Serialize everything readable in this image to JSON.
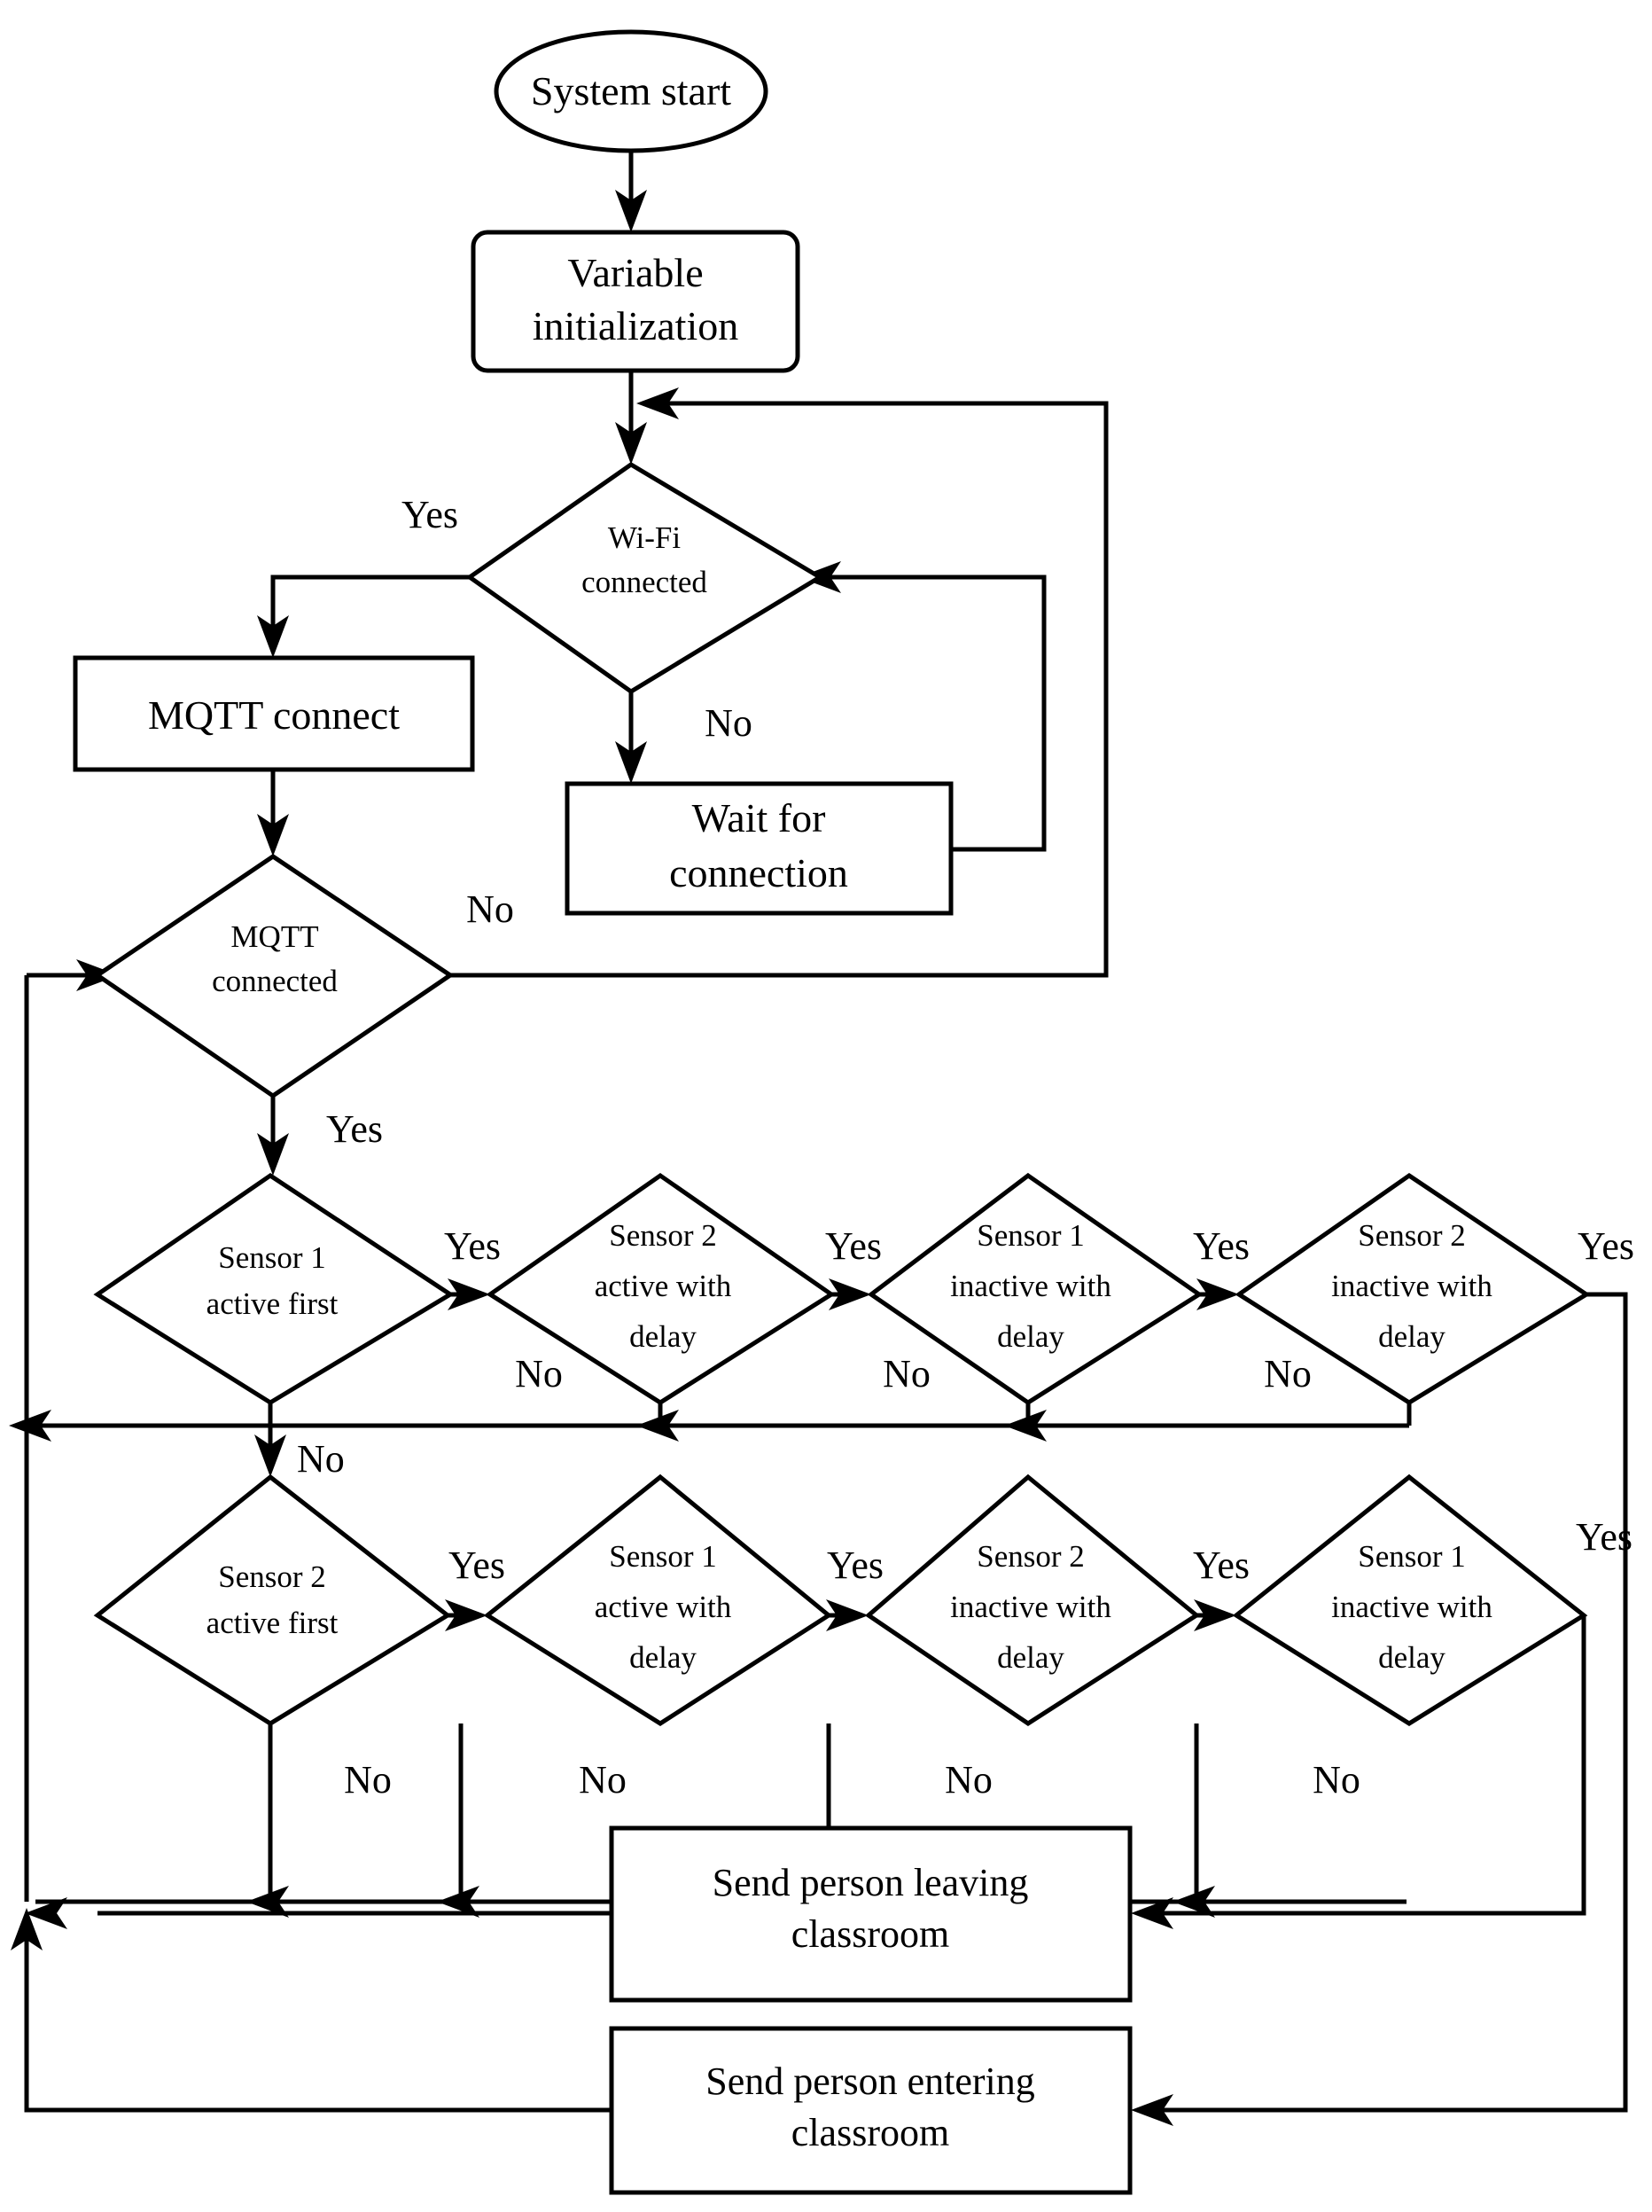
{
  "diagram": {
    "title": "Presence detection system flowchart",
    "background_color": "#ffffff",
    "line_color": "#000000"
  },
  "nodes": {
    "start": {
      "type": "terminator",
      "label": "System start"
    },
    "init": {
      "type": "process-rounded",
      "label_line1": "Variable",
      "label_line2": "initialization"
    },
    "wifi_check": {
      "type": "decision",
      "label_line1": "Wi-Fi",
      "label_line2": "connected"
    },
    "mqtt_connect": {
      "type": "process",
      "label": "MQTT connect"
    },
    "wait_connection": {
      "type": "process",
      "label_line1": "Wait for",
      "label_line2": "connection"
    },
    "mqtt_check": {
      "type": "decision",
      "label_line1": "MQTT",
      "label_line2": "connected"
    },
    "r1d1": {
      "type": "decision",
      "label_line1": "Sensor 1",
      "label_line2": "active first",
      "label_line3": ""
    },
    "r1d2": {
      "type": "decision",
      "label_line1": "Sensor 2",
      "label_line2": "active with",
      "label_line3": "delay"
    },
    "r1d3": {
      "type": "decision",
      "label_line1": "Sensor 1",
      "label_line2": "inactive with",
      "label_line3": "delay"
    },
    "r1d4": {
      "type": "decision",
      "label_line1": "Sensor 2",
      "label_line2": "inactive with",
      "label_line3": "delay"
    },
    "r2d1": {
      "type": "decision",
      "label_line1": "Sensor 2",
      "label_line2": "active first",
      "label_line3": ""
    },
    "r2d2": {
      "type": "decision",
      "label_line1": "Sensor 1",
      "label_line2": "active with",
      "label_line3": "delay"
    },
    "r2d3": {
      "type": "decision",
      "label_line1": "Sensor 2",
      "label_line2": "inactive with",
      "label_line3": "delay"
    },
    "r2d4": {
      "type": "decision",
      "label_line1": "Sensor 1",
      "label_line2": "inactive with",
      "label_line3": "delay"
    },
    "send_leaving": {
      "type": "process",
      "label_line1": "Send person leaving",
      "label_line2": "classroom"
    },
    "send_entering": {
      "type": "process",
      "label_line1": "Send person entering",
      "label_line2": "classroom"
    }
  },
  "edge_labels": {
    "wifi_yes": "Yes",
    "wifi_no": "No",
    "mqtt_no": "No",
    "mqtt_yes": "Yes",
    "r1_yes_1": "Yes",
    "r1_yes_2": "Yes",
    "r1_yes_3": "Yes",
    "r1_yes_4": "Yes",
    "r1_no_1": "No",
    "r1_no_2": "No",
    "r1_no_3": "No",
    "r1_no_4": "No",
    "r2_entry_no": "No",
    "r2_yes_1": "Yes",
    "r2_yes_2": "Yes",
    "r2_yes_3": "Yes",
    "r2_yes_4": "Yes",
    "r2_no_1": "No",
    "r2_no_2": "No",
    "r2_no_3": "No",
    "r2_no_4": "No"
  }
}
